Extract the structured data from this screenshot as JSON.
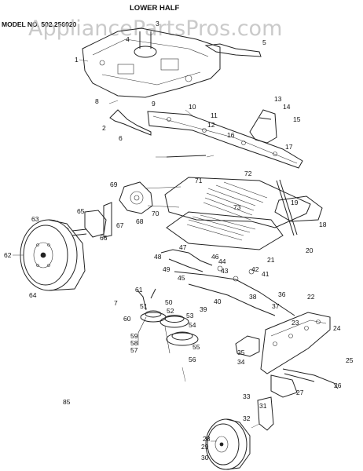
{
  "header": {
    "title": "LOWER HALF",
    "model_label": "MODEL NO. 502.256020",
    "watermark": "AppliancePartsPros.com",
    "page_ref": "85"
  },
  "callouts": [
    "1",
    "2",
    "3",
    "4",
    "5",
    "6",
    "7",
    "8",
    "9",
    "10",
    "11",
    "12",
    "13",
    "14",
    "15",
    "16",
    "17",
    "18",
    "19",
    "20",
    "21",
    "22",
    "23",
    "24",
    "25",
    "26",
    "27",
    "28",
    "29",
    "30",
    "31",
    "32",
    "33",
    "34",
    "35",
    "36",
    "37",
    "38",
    "39",
    "40",
    "41",
    "42",
    "43",
    "44",
    "45",
    "46",
    "47",
    "48",
    "49",
    "50",
    "51",
    "52",
    "53",
    "54",
    "55",
    "56",
    "57",
    "58",
    "59",
    "60",
    "61",
    "62",
    "63",
    "64",
    "65",
    "66",
    "67",
    "68",
    "69",
    "70",
    "71",
    "72",
    "73"
  ]
}
